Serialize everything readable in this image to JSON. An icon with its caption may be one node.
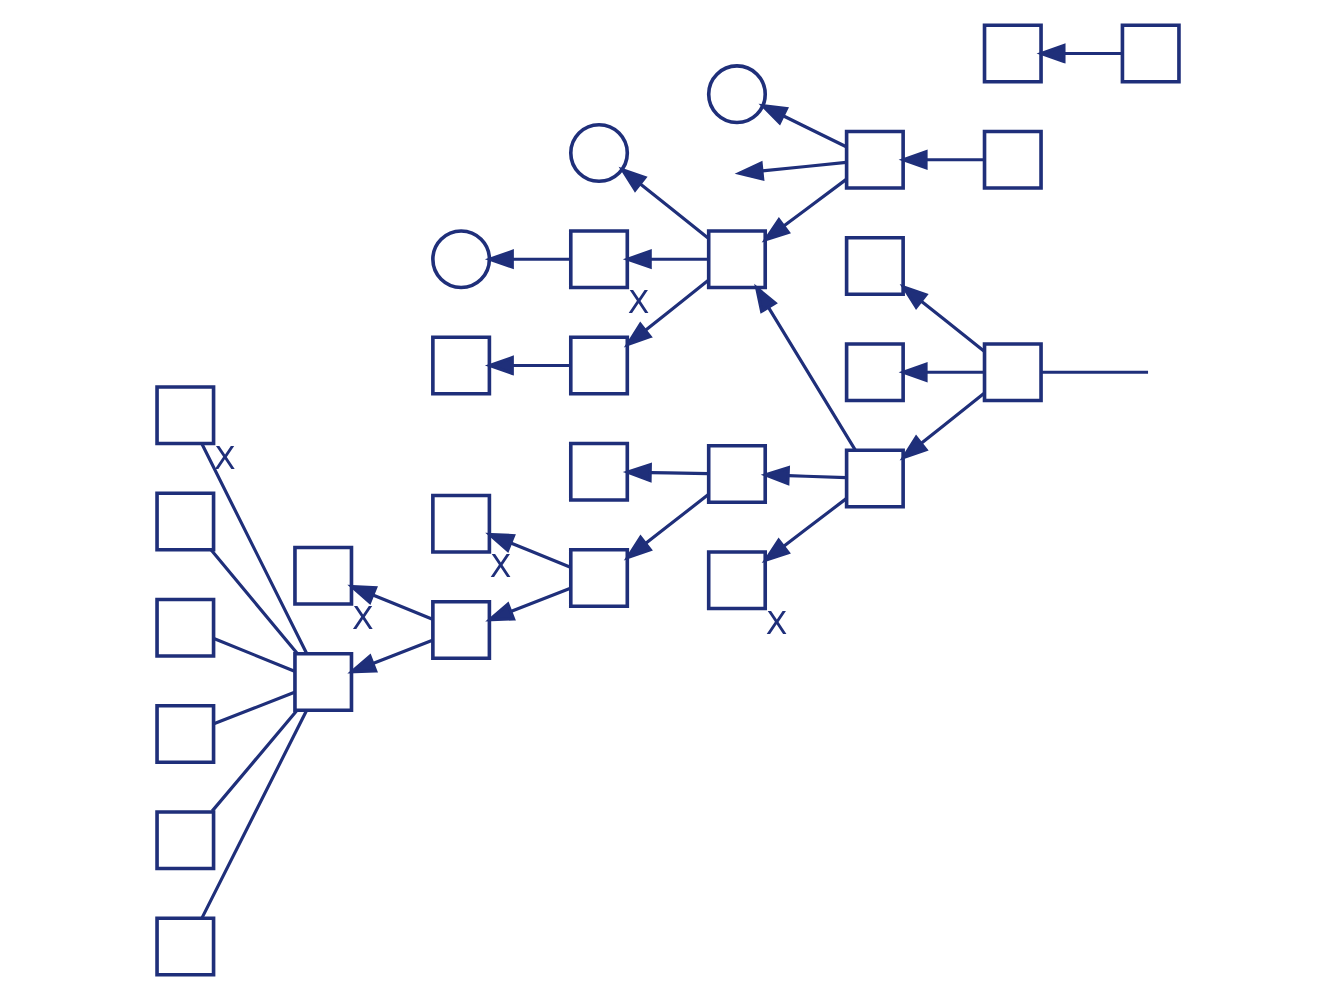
{
  "diagram": {
    "nodes": [
      {
        "text": [],
        "shape": "box"
      },
      {
        "text": [],
        "shape": "box"
      },
      {
        "text": [],
        "shape": "box"
      },
      {
        "text": [],
        "shape": "box"
      },
      {
        "text": [],
        "shape": "box"
      },
      {
        "text": [],
        "shape": "box",
        "beside": [
          "X"
        ]
      },
      {
        "text": [],
        "shape": "box"
      },
      {
        "text": [],
        "shape": "box"
      },
      {
        "text": [],
        "shape": "box"
      },
      {
        "text": [],
        "shape": "box"
      },
      {
        "text": [],
        "shape": "box",
        "beside": [
          "X"
        ]
      },
      {
        "text": [],
        "shape": "box"
      },
      {
        "text": [],
        "shape": "box",
        "beside": [
          "X"
        ]
      },
      {
        "text": [],
        "shape": "box"
      },
      {
        "text": [],
        "shape": "box",
        "beside": [
          "X"
        ]
      },
      {
        "text": [],
        "shape": "box"
      },
      {
        "text": [],
        "shape": "box"
      },
      {
        "text": [],
        "shape": "box"
      },
      {
        "text": [],
        "shape": "box"
      },
      {
        "text": [],
        "shape": "box"
      },
      {
        "text": [],
        "shape": "circle"
      },
      {
        "text": [],
        "shape": "box",
        "beside": [
          "X"
        ]
      },
      {
        "text": [],
        "shape": "circle"
      },
      {
        "text": [],
        "shape": "box"
      },
      {
        "text": [],
        "shape": "box"
      },
      {
        "text": [],
        "shape": "box"
      },
      {
        "text": [],
        "shape": "box"
      },
      {
        "text": [],
        "shape": "circle"
      },
      {
        "text": [],
        "shape": "box"
      }
    ],
    "edges": [
      {
        "from": null,
        "to": 0,
        "arrow": "none"
      },
      {
        "from": 0,
        "to": 3,
        "arrow": "to"
      },
      {
        "from": 0,
        "to": 1,
        "arrow": "to"
      },
      {
        "from": 0,
        "to": 2,
        "arrow": "to"
      },
      {
        "from": 3,
        "to": 4,
        "arrow": "to"
      },
      {
        "from": 3,
        "to": 5,
        "arrow": "to"
      },
      {
        "from": 3,
        "to": 7,
        "arrow": "to"
      },
      {
        "from": 6,
        "to": 7,
        "arrow": "to"
      },
      {
        "from": 4,
        "to": 8,
        "arrow": "to"
      },
      {
        "from": 4,
        "to": 9,
        "arrow": "to"
      },
      {
        "from": 9,
        "to": 10,
        "arrow": "to"
      },
      {
        "from": 9,
        "to": 11,
        "arrow": "to"
      },
      {
        "from": 11,
        "to": 12,
        "arrow": "to"
      },
      {
        "from": 11,
        "to": 13,
        "arrow": "to"
      },
      {
        "from": 13,
        "to": 14,
        "arrow": "none"
      },
      {
        "from": 13,
        "to": 15,
        "arrow": "none"
      },
      {
        "from": 13,
        "to": 16,
        "arrow": "none"
      },
      {
        "from": 13,
        "to": 17,
        "arrow": "none"
      },
      {
        "from": 13,
        "to": 18,
        "arrow": "none"
      },
      {
        "from": 13,
        "to": 19,
        "arrow": "none"
      },
      {
        "from": 7,
        "to": 21,
        "arrow": "to"
      },
      {
        "from": 21,
        "to": 22,
        "arrow": "to"
      },
      {
        "from": 7,
        "to": 20,
        "arrow": "to"
      },
      {
        "from": 7,
        "to": 23,
        "arrow": "to"
      },
      {
        "from": 23,
        "to": 24,
        "arrow": "to"
      },
      {
        "from": 25,
        "to": 26,
        "arrow": "to"
      },
      {
        "from": 28,
        "to": 6,
        "arrow": "to"
      },
      {
        "from": 6,
        "to": 27,
        "arrow": "to"
      },
      {
        "from": 6,
        "to": null,
        "arrow": "to"
      }
    ]
  }
}
